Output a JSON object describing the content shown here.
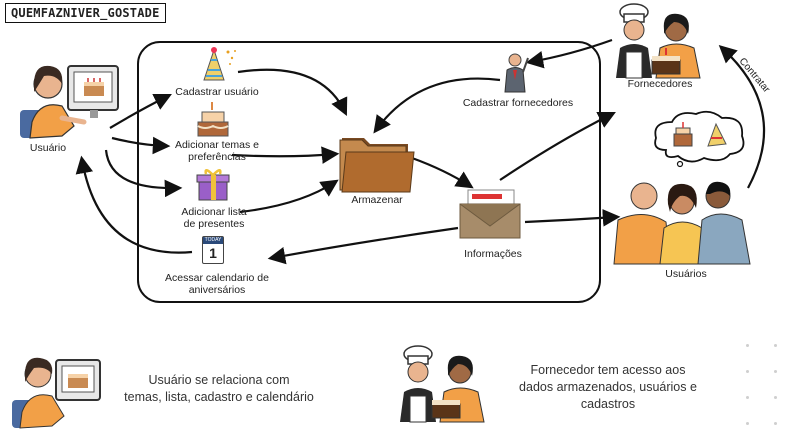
{
  "title": "QUEMFAZNIVER_GOSTADE",
  "nodes": {
    "usuario": "Usuário",
    "cadastrar_usuario": "Cadastrar usuário",
    "adicionar_temas": "Adicionar temas e\npreferências",
    "adicionar_lista": "Adicionar lista\nde presentes",
    "acessar_calendario": "Acessar calendario de\naniversários",
    "armazenar": "Armazenar",
    "informacoes": "Informações",
    "cadastrar_fornecedores": "Cadastrar fornecedores",
    "fornecedores": "Fornecedores",
    "usuarios": "Usuários"
  },
  "edges": {
    "contratar": "Contratar"
  },
  "calendar": {
    "month": "TODAY",
    "day": "1"
  },
  "legend": {
    "usuario_note": "Usuário se relaciona com\ntemas, lista, cadastro e calendário",
    "fornecedor_note": "Fornecedor tem acesso aos\ndados armazenados, usuários e\ncadastros"
  },
  "colors": {
    "skin": "#e9b48f",
    "orange_shirt": "#f2a047",
    "folder": "#b06b2e",
    "envelope": "#a78c6a"
  }
}
